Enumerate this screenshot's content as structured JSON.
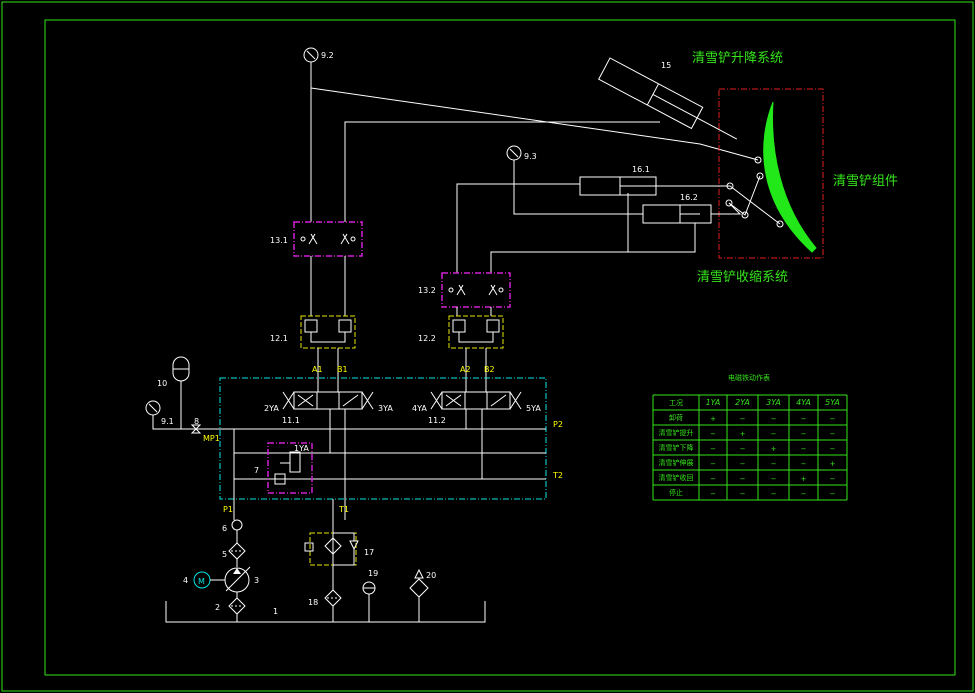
{
  "titles": {
    "lift_system": "清雪铲升降系统",
    "blade_assembly": "清雪铲组件",
    "retract_system": "清雪铲收缩系统"
  },
  "labels": {
    "gauge_9_2": "9.2",
    "gauge_9_3": "9.3",
    "gauge_9_1": "9.1",
    "cyl_15": "15",
    "cyl_16_1": "16.1",
    "cyl_16_2": "16.2",
    "valve_13_1": "13.1",
    "valve_13_2": "13.2",
    "valve_12_1": "12.1",
    "valve_12_2": "12.2",
    "valve_11_1": "11.1",
    "valve_11_2": "11.2",
    "accum_10": "10",
    "item_8": "8",
    "item_7": "7",
    "item_6": "6",
    "item_5": "5",
    "item_4": "4",
    "item_3": "3",
    "item_2": "2",
    "item_1": "1",
    "item_17": "17",
    "item_18": "18",
    "item_19": "19",
    "item_20": "20",
    "motor_m": "M",
    "sol_2ya": "2YA",
    "sol_3ya": "3YA",
    "sol_4ya": "4YA",
    "sol_5ya": "5YA",
    "sol_1ya": "1YA"
  },
  "ports": {
    "a1": "A1",
    "b1": "B1",
    "a2": "A2",
    "b2": "B2",
    "p2": "P2",
    "t2": "T2",
    "p1": "P1",
    "t1": "T1",
    "mp1": "MP1"
  },
  "table": {
    "title": "电磁铁动作表",
    "headers": [
      "工况",
      "1YA",
      "2YA",
      "3YA",
      "4YA",
      "5YA"
    ],
    "rows": [
      {
        "name": "卸荷",
        "cells": [
          "+",
          "−",
          "−",
          "−",
          "−"
        ]
      },
      {
        "name": "清雪铲提升",
        "cells": [
          "−",
          "+",
          "−",
          "−",
          "−"
        ]
      },
      {
        "name": "清雪铲下降",
        "cells": [
          "−",
          "−",
          "+",
          "−",
          "−"
        ]
      },
      {
        "name": "清雪铲伸展",
        "cells": [
          "−",
          "−",
          "−",
          "−",
          "+"
        ]
      },
      {
        "name": "清雪铲收回",
        "cells": [
          "−",
          "−",
          "−",
          "+",
          "−"
        ]
      },
      {
        "name": "停止",
        "cells": [
          "−",
          "−",
          "−",
          "−",
          "−"
        ]
      }
    ]
  },
  "colors": {
    "background": "#000000",
    "frame": "#35e51a",
    "lines": "#ffffff",
    "manifold": "#00e5e5",
    "module": "#d020d0",
    "valve_box": "#e6e600",
    "blade_box": "#e02020",
    "blade": "#22e81a"
  }
}
